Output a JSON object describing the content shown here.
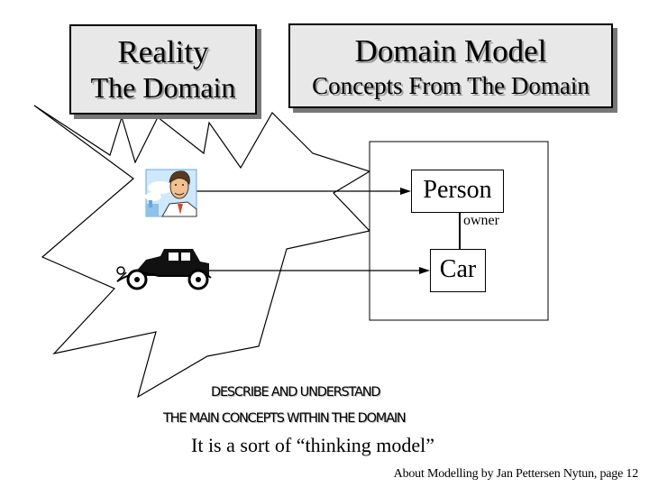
{
  "reality": {
    "title": "Reality",
    "subtitle": "The Domain"
  },
  "domain_model": {
    "title": "Domain Model",
    "subtitle": "Concepts From The Domain"
  },
  "classes": {
    "person": "Person",
    "car": "Car",
    "association": "owner"
  },
  "caption": {
    "line1": "DESCRIBE AND UNDERSTAND",
    "line2": "THE MAIN CONCEPTS WITHIN THE DOMAIN",
    "line3": "It is a sort of “thinking model”"
  },
  "footer": "About Modelling by Jan Pettersen Nytun, page  12",
  "colors": {
    "box_fill": "#e8e8e8",
    "box_shadow": "#777777",
    "line": "#000000"
  },
  "icons": {
    "person": "man-portrait-icon",
    "car": "vintage-car-icon"
  }
}
